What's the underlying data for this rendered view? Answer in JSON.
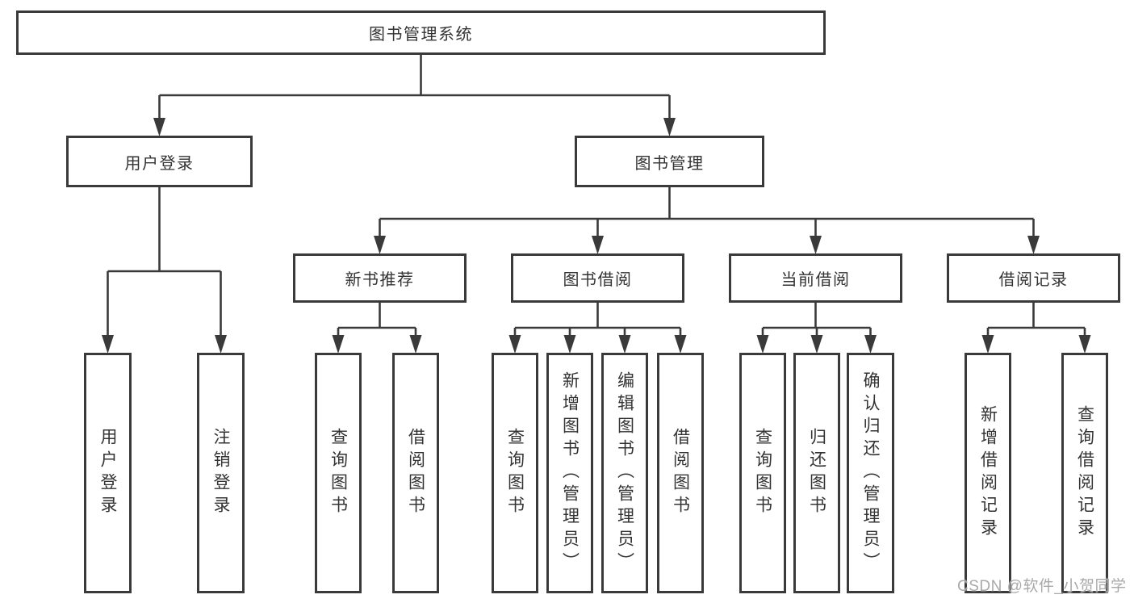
{
  "diagram": {
    "title": "图书管理系统",
    "watermark": "CSDN @软件_小贺同学",
    "colors": {
      "line": "#3a3a3a",
      "box_border": "#3a3a3a",
      "box_fill": "#ffffff",
      "text": "#333333",
      "watermark": "#a9a9a9"
    },
    "nodes": [
      {
        "id": "root",
        "label": "图书管理系统",
        "level": 1,
        "orientation": "horizontal"
      },
      {
        "id": "user-login",
        "label": "用户登录",
        "level": 2,
        "orientation": "horizontal"
      },
      {
        "id": "book-mgmt",
        "label": "图书管理",
        "level": 2,
        "orientation": "horizontal"
      },
      {
        "id": "new-rec",
        "label": "新书推荐",
        "level": 3,
        "orientation": "horizontal"
      },
      {
        "id": "book-borrow",
        "label": "图书借阅",
        "level": 3,
        "orientation": "horizontal"
      },
      {
        "id": "cur-borrow",
        "label": "当前借阅",
        "level": 3,
        "orientation": "horizontal"
      },
      {
        "id": "bor-records",
        "label": "借阅记录",
        "level": 3,
        "orientation": "horizontal"
      },
      {
        "id": "login",
        "label": "用户登录",
        "level": 4,
        "orientation": "vertical"
      },
      {
        "id": "logout",
        "label": "注销登录",
        "level": 4,
        "orientation": "vertical"
      },
      {
        "id": "rec-query",
        "label": "查询图书",
        "level": 4,
        "orientation": "vertical"
      },
      {
        "id": "rec-borrow",
        "label": "借阅图书",
        "level": 4,
        "orientation": "vertical"
      },
      {
        "id": "bb-query",
        "label": "查询图书",
        "level": 4,
        "orientation": "vertical"
      },
      {
        "id": "bb-add",
        "label": "新增图书（管理员）",
        "level": 4,
        "orientation": "vertical"
      },
      {
        "id": "bb-edit",
        "label": "编辑图书（管理员）",
        "level": 4,
        "orientation": "vertical"
      },
      {
        "id": "bb-borrow",
        "label": "借阅图书",
        "level": 4,
        "orientation": "vertical"
      },
      {
        "id": "cb-query",
        "label": "查询图书",
        "level": 4,
        "orientation": "vertical"
      },
      {
        "id": "cb-return",
        "label": "归还图书",
        "level": 4,
        "orientation": "vertical"
      },
      {
        "id": "cb-confirm",
        "label": "确认归还（管理员）",
        "level": 4,
        "orientation": "vertical"
      },
      {
        "id": "br-add",
        "label": "新增借阅记录",
        "level": 4,
        "orientation": "vertical"
      },
      {
        "id": "br-query",
        "label": "查询借阅记录",
        "level": 4,
        "orientation": "vertical"
      }
    ],
    "edges": [
      {
        "from": "root",
        "to": [
          "user-login",
          "book-mgmt"
        ]
      },
      {
        "from": "user-login",
        "to": [
          "login",
          "logout"
        ]
      },
      {
        "from": "book-mgmt",
        "to": [
          "new-rec",
          "book-borrow",
          "cur-borrow",
          "bor-records"
        ]
      },
      {
        "from": "new-rec",
        "to": [
          "rec-query",
          "rec-borrow"
        ]
      },
      {
        "from": "book-borrow",
        "to": [
          "bb-query",
          "bb-add",
          "bb-edit",
          "bb-borrow"
        ]
      },
      {
        "from": "cur-borrow",
        "to": [
          "cb-query",
          "cb-return",
          "cb-confirm"
        ]
      },
      {
        "from": "bor-records",
        "to": [
          "br-add",
          "br-query"
        ]
      }
    ]
  }
}
